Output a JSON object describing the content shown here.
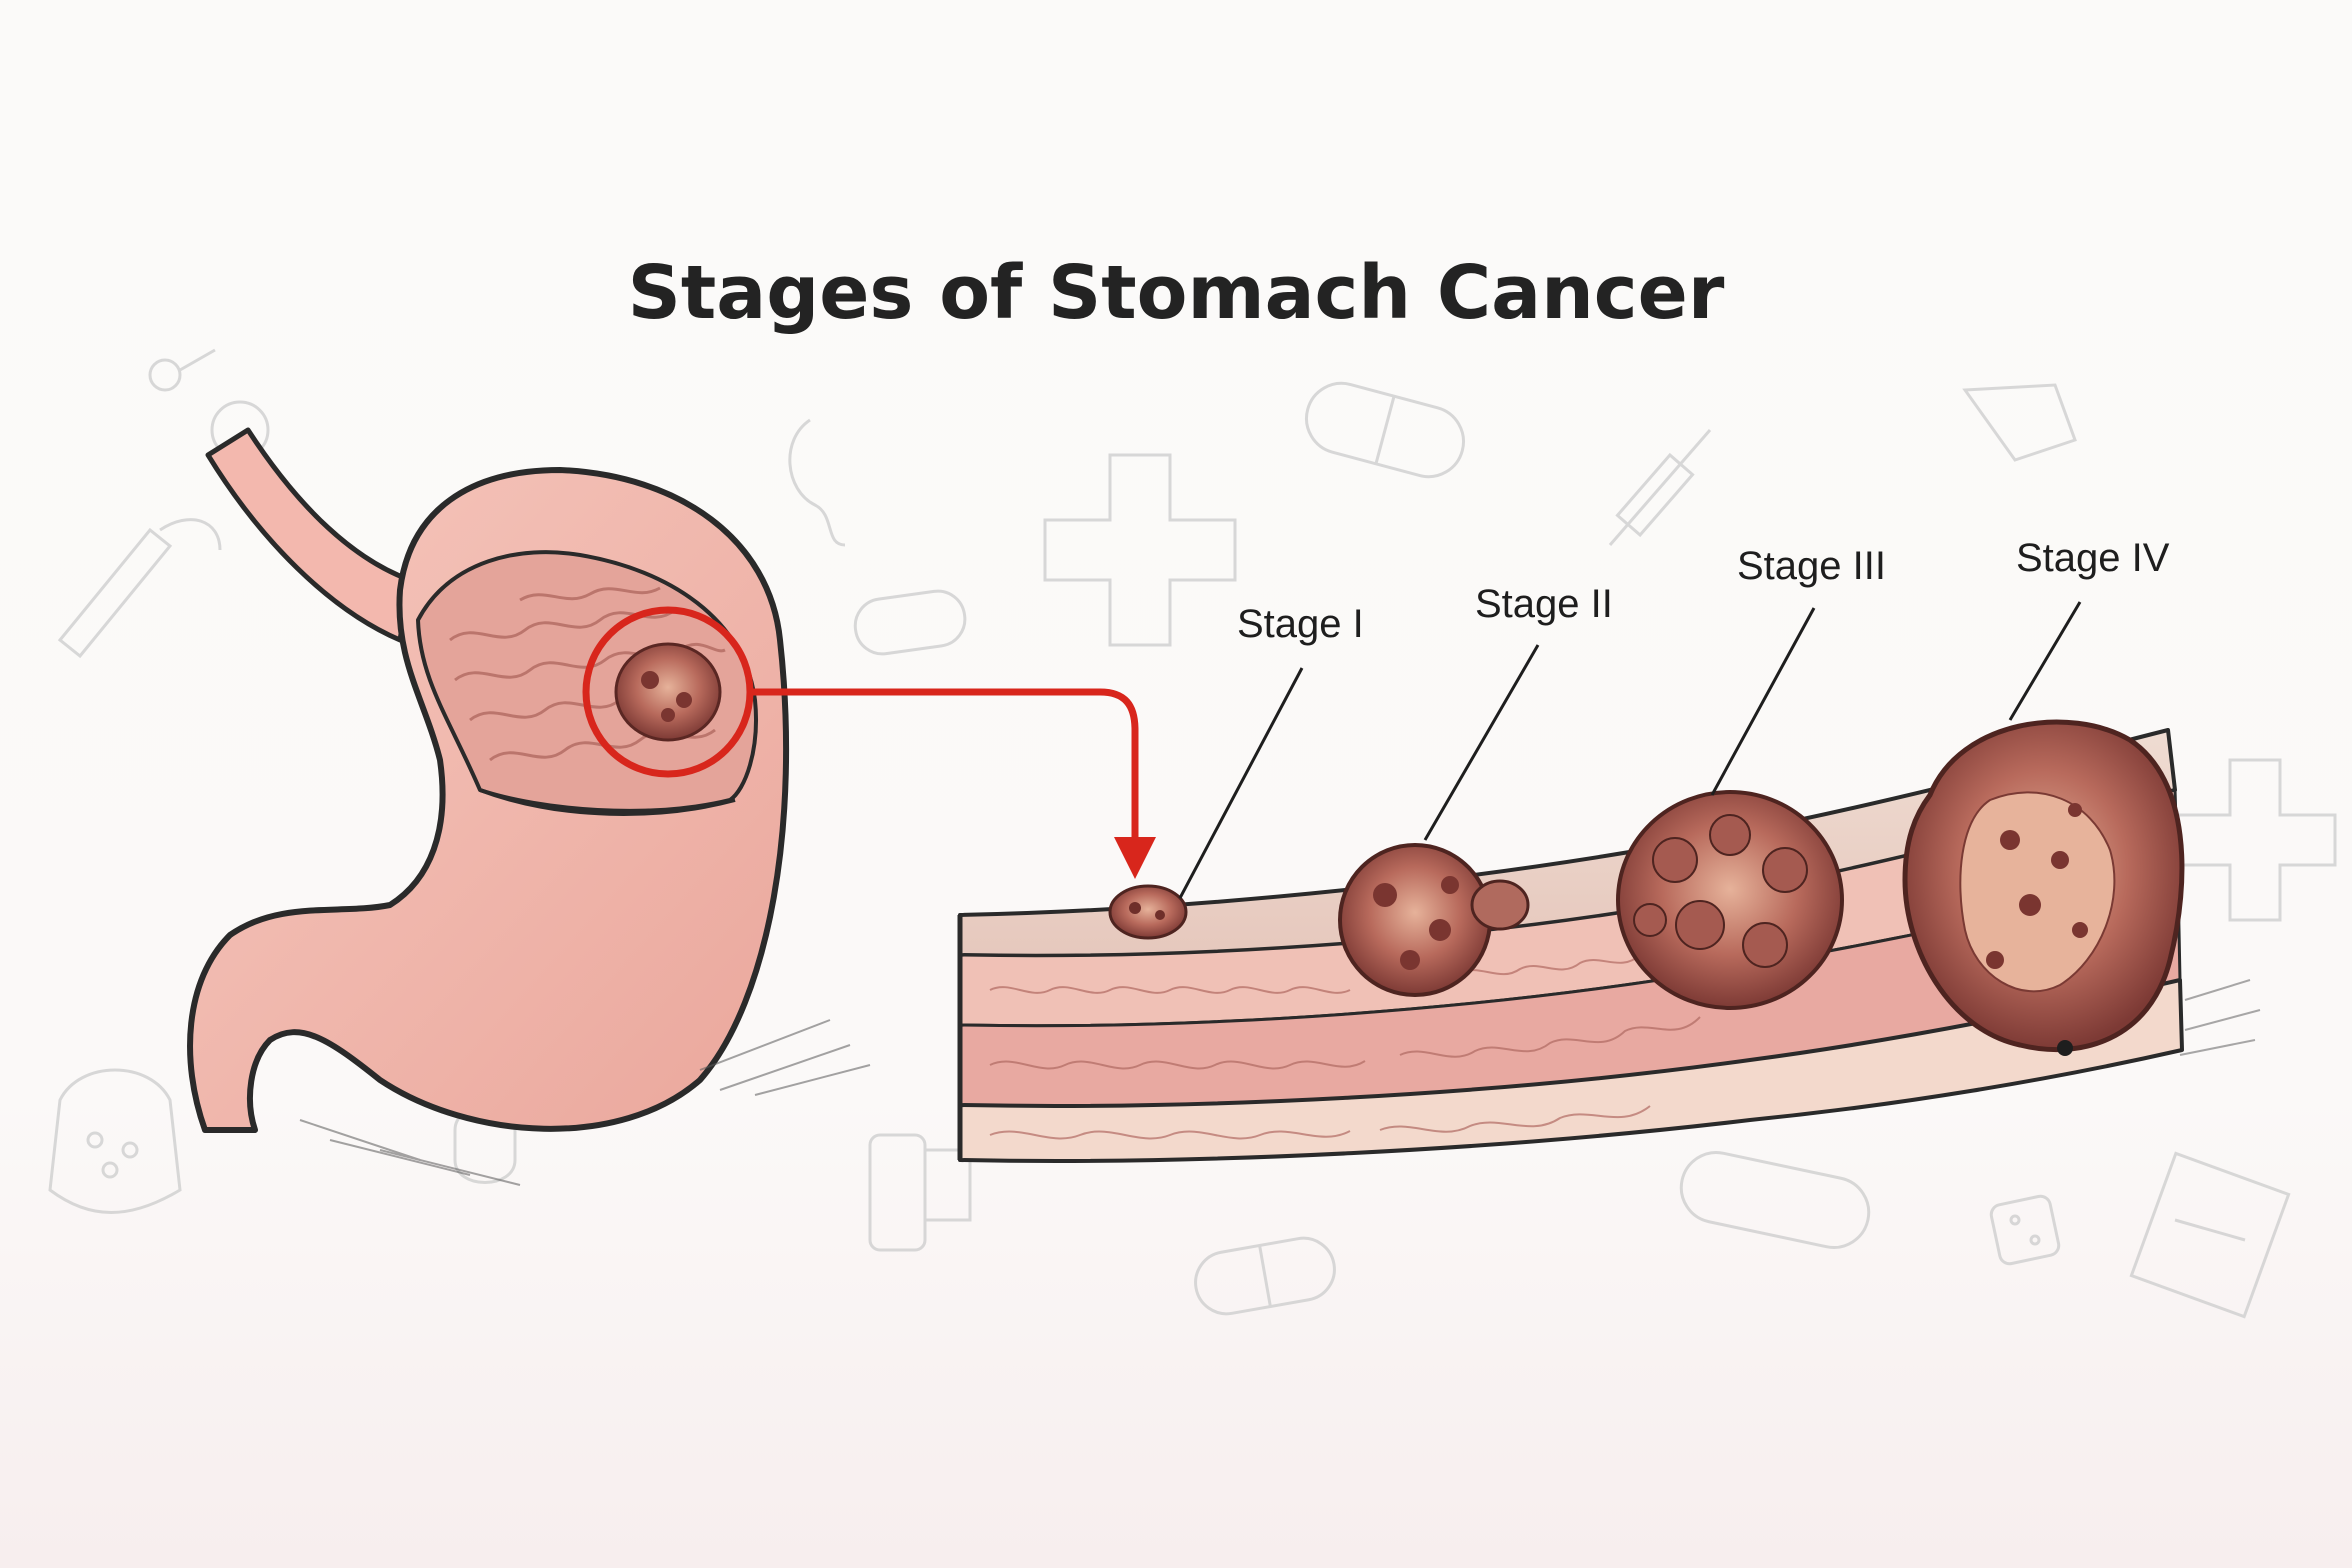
{
  "title": "Stages of Stomach Cancer",
  "stages": [
    {
      "label": "Stage I"
    },
    {
      "label": "Stage II"
    },
    {
      "label": "Stage III"
    },
    {
      "label": "Stage IV"
    }
  ],
  "colors": {
    "tissue": "#f2b9b0",
    "tissue_dark": "#d9928a",
    "tumor": "#9c4a42",
    "highlight": "#d8261c",
    "ink": "#1e1e1e"
  }
}
